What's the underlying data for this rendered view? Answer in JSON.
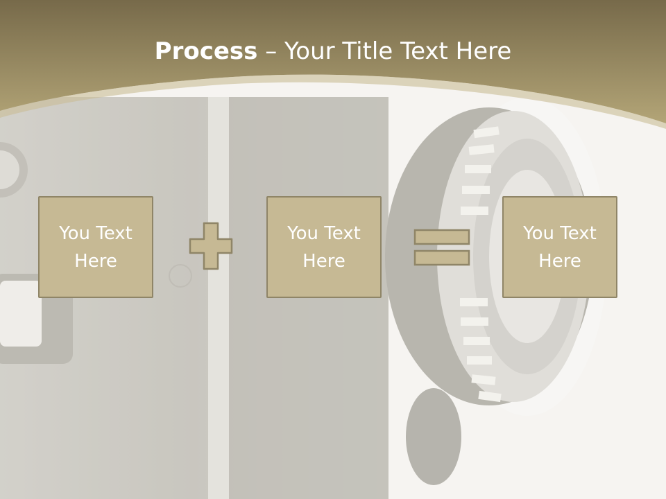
{
  "title": {
    "bold": "Process",
    "separator": " – ",
    "rest": "Your Title Text Here"
  },
  "boxes": [
    {
      "text": "You Text Here"
    },
    {
      "text": "You Text Here"
    },
    {
      "text": "You Text Here"
    }
  ],
  "operators": [
    {
      "icon": "plus-icon"
    },
    {
      "icon": "equals-icon"
    }
  ],
  "colors": {
    "banner": "#a39467",
    "box_fill": "#c6b994",
    "box_border": "#8f8567",
    "text": "#ffffff"
  }
}
